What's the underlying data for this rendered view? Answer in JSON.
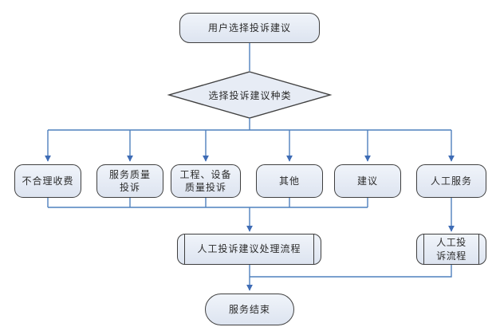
{
  "diagram": {
    "type": "flowchart",
    "background": "#ffffff",
    "colors": {
      "connector": "#4f81bd",
      "arrow": "#3e6cb5",
      "shape_border": "#3f3f3f",
      "shape_fill": "#e7ecf5",
      "text": "#2b2b2b"
    },
    "nodes": {
      "start": {
        "type": "terminator",
        "label": "用户选择投诉建议"
      },
      "decision": {
        "type": "decision",
        "label": "选择投诉建议种类"
      },
      "branch1": {
        "type": "process",
        "label": "不合理收费"
      },
      "branch2": {
        "type": "process",
        "label": "服务质量投诉"
      },
      "branch3": {
        "type": "process",
        "label": "工程、设备质量投诉"
      },
      "branch4": {
        "type": "process",
        "label": "其他"
      },
      "branch5": {
        "type": "process",
        "label": "建议"
      },
      "branch6": {
        "type": "process",
        "label": "人工服务"
      },
      "process_main": {
        "type": "predefined-process",
        "label": "人工投诉建议处理流程"
      },
      "process_side": {
        "type": "predefined-process",
        "label": "人工投诉流程"
      },
      "end": {
        "type": "terminator",
        "label": "服务结束"
      }
    },
    "edges": [
      {
        "from": "start",
        "to": "decision"
      },
      {
        "from": "decision",
        "to": "branch1"
      },
      {
        "from": "decision",
        "to": "branch2"
      },
      {
        "from": "decision",
        "to": "branch3"
      },
      {
        "from": "decision",
        "to": "branch4"
      },
      {
        "from": "decision",
        "to": "branch5"
      },
      {
        "from": "decision",
        "to": "branch6"
      },
      {
        "from": "branch1",
        "to": "process_main"
      },
      {
        "from": "branch2",
        "to": "process_main"
      },
      {
        "from": "branch3",
        "to": "process_main"
      },
      {
        "from": "branch4",
        "to": "process_main"
      },
      {
        "from": "branch5",
        "to": "process_main"
      },
      {
        "from": "branch6",
        "to": "process_side"
      },
      {
        "from": "process_main",
        "to": "end"
      },
      {
        "from": "process_side",
        "to": "end"
      }
    ]
  }
}
